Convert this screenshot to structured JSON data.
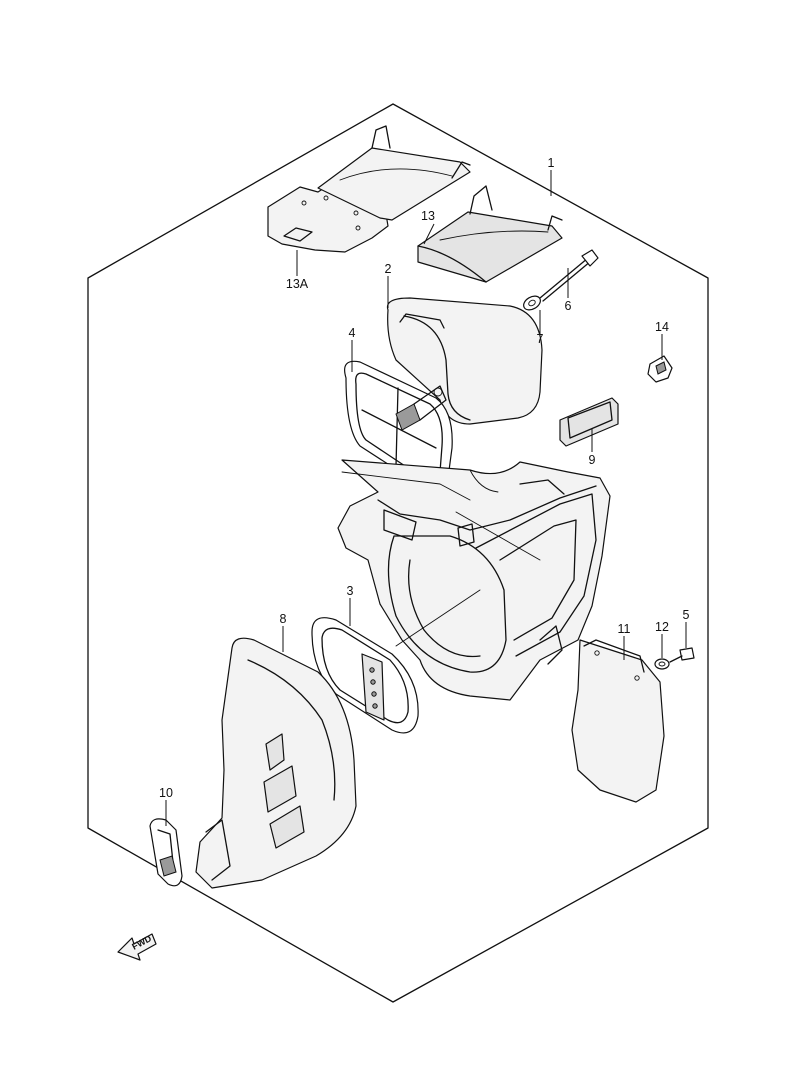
{
  "callouts": {
    "c1": "1",
    "c2": "2",
    "c3": "3",
    "c4": "4",
    "c5": "5",
    "c6": "6",
    "c7": "7",
    "c8": "8",
    "c9": "9",
    "c10": "10",
    "c11": "11",
    "c12": "12",
    "c13": "13",
    "c13a": "13A",
    "c14": "14"
  },
  "fwd_label": "FWD"
}
